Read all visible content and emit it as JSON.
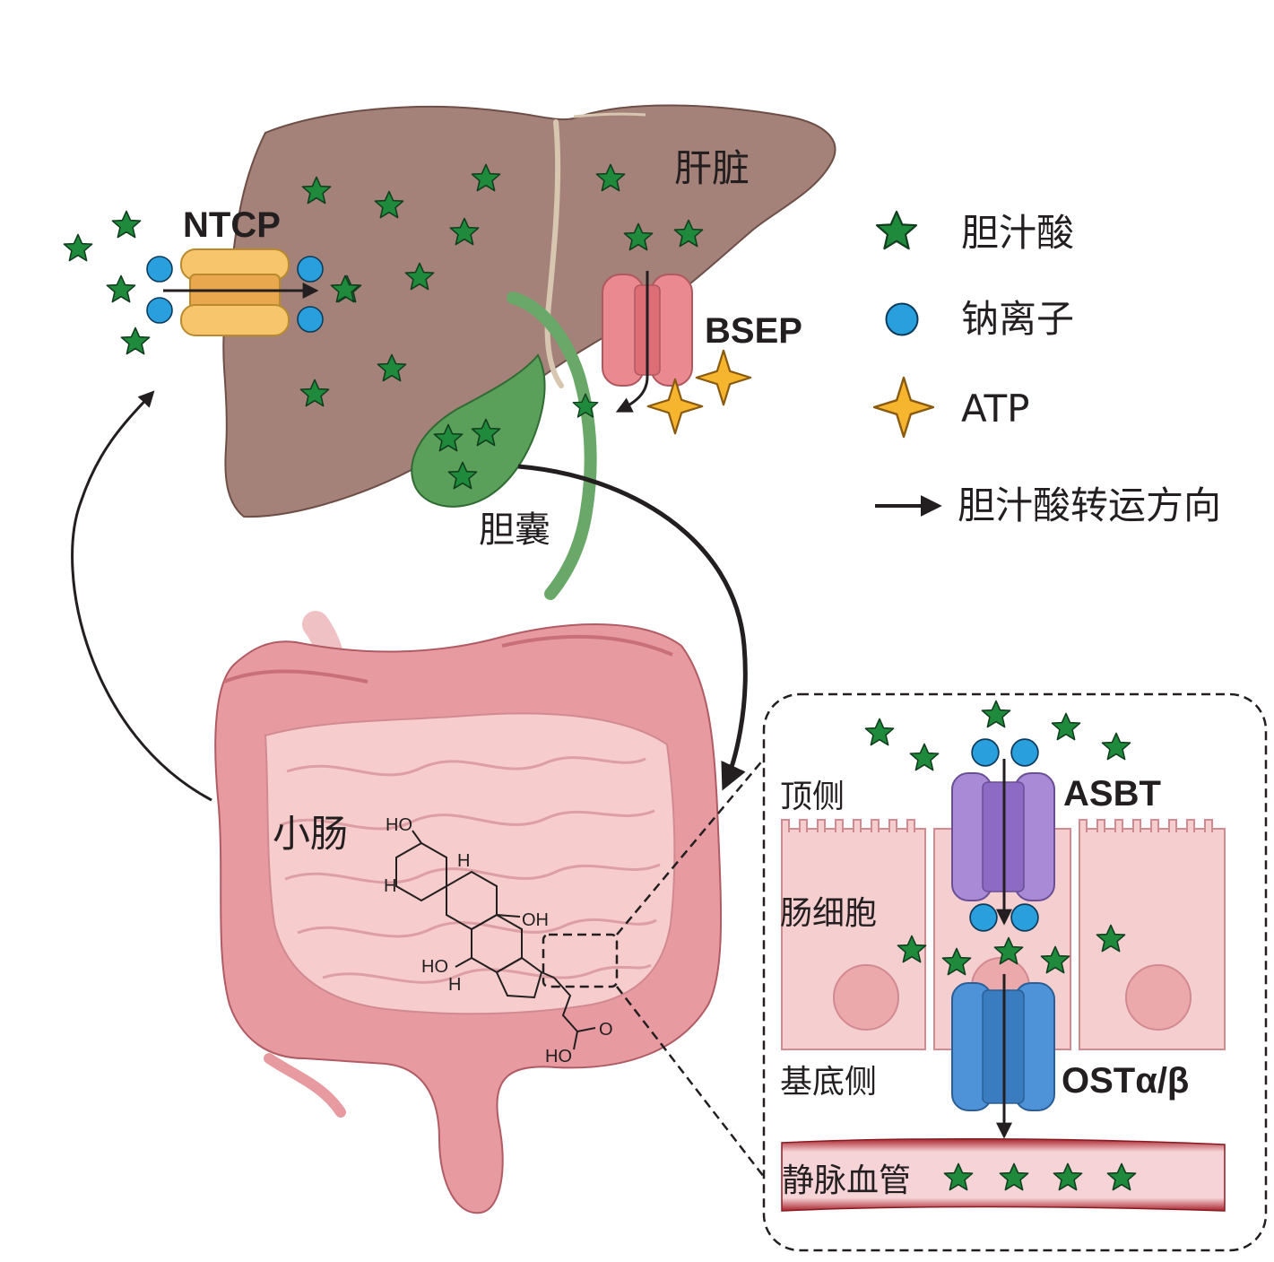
{
  "labels": {
    "liver": "肝脏",
    "gallbladder": "胆囊",
    "small_intestine": "小肠",
    "apical": "顶侧",
    "enterocyte": "肠细胞",
    "basolateral": "基底侧",
    "portal_vein": "静脉血管"
  },
  "transporters": {
    "ntcp": "NTCP",
    "bsep": "BSEP",
    "asbt": "ASBT",
    "ost": "OSTα/β"
  },
  "legend": {
    "bile_acid": "胆汁酸",
    "sodium_ion": "钠离子",
    "atp": "ATP",
    "direction": "胆汁酸转运方向"
  },
  "chem": {
    "ho_top": "HO",
    "h_left": "H",
    "h_mid": "H",
    "oh_right": "OH",
    "ho_bottom": "HO",
    "h_bottom": "H",
    "ho_acid": "HO",
    "o_acid": "O"
  },
  "colors": {
    "bile_acid": "#1f8a3c",
    "sodium_ion": "#29a0dd",
    "atp": "#f5b52e",
    "liver": "#a58279",
    "gallbladder": "#5aa05a",
    "intestine": "#e79aa0",
    "ntcp": "#f7c56c",
    "bsep": "#ea8a90",
    "asbt": "#a98ad6",
    "ost": "#4e93d8",
    "vessel": "#a8232c"
  }
}
